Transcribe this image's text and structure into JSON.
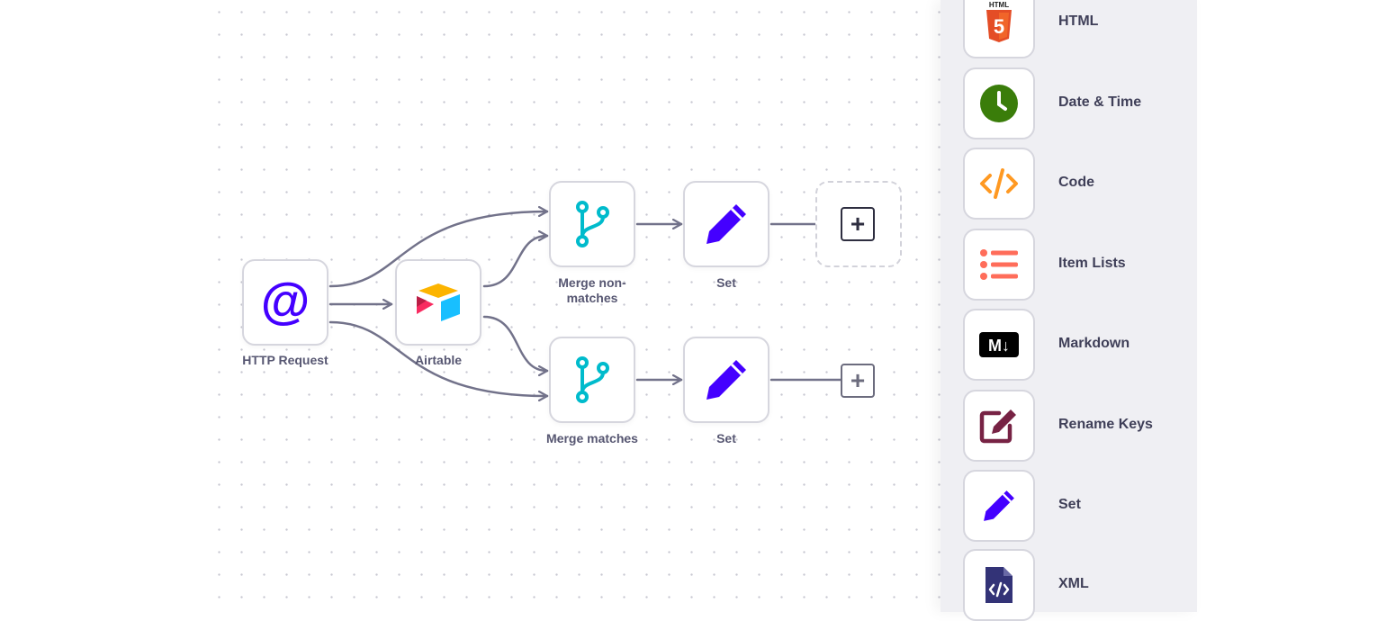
{
  "workflow": {
    "nodes": {
      "http_request": {
        "label": "HTTP Request"
      },
      "airtable": {
        "label": "Airtable"
      },
      "merge_non_matches": {
        "label": "Merge non-\nmatches"
      },
      "set_top": {
        "label": "Set"
      },
      "merge_matches": {
        "label": "Merge matches"
      },
      "set_bottom": {
        "label": "Set"
      }
    },
    "add_symbol": "+"
  },
  "node_panel": {
    "items": [
      {
        "label": "HTML",
        "icon": "html5-icon",
        "color": "#e44d26"
      },
      {
        "label": "Date & Time",
        "icon": "clock-icon",
        "color": "#3a7d0a"
      },
      {
        "label": "Code",
        "icon": "code-icon",
        "color": "#ff9922"
      },
      {
        "label": "Item Lists",
        "icon": "list-icon",
        "color": "#ff6d5a"
      },
      {
        "label": "Markdown",
        "icon": "markdown-icon",
        "color": "#000000"
      },
      {
        "label": "Rename Keys",
        "icon": "rename-keys-icon",
        "color": "#772244"
      },
      {
        "label": "Set",
        "icon": "pencil-icon",
        "color": "#4400ff"
      },
      {
        "label": "XML",
        "icon": "xml-file-icon",
        "color": "#333377"
      }
    ],
    "html_badge": "HTML",
    "html_glyph": "5",
    "markdown_badge": "M↓"
  },
  "colors": {
    "wire": "#72728a",
    "accent_blue": "#4400ff",
    "merge_teal": "#00bbcc"
  }
}
